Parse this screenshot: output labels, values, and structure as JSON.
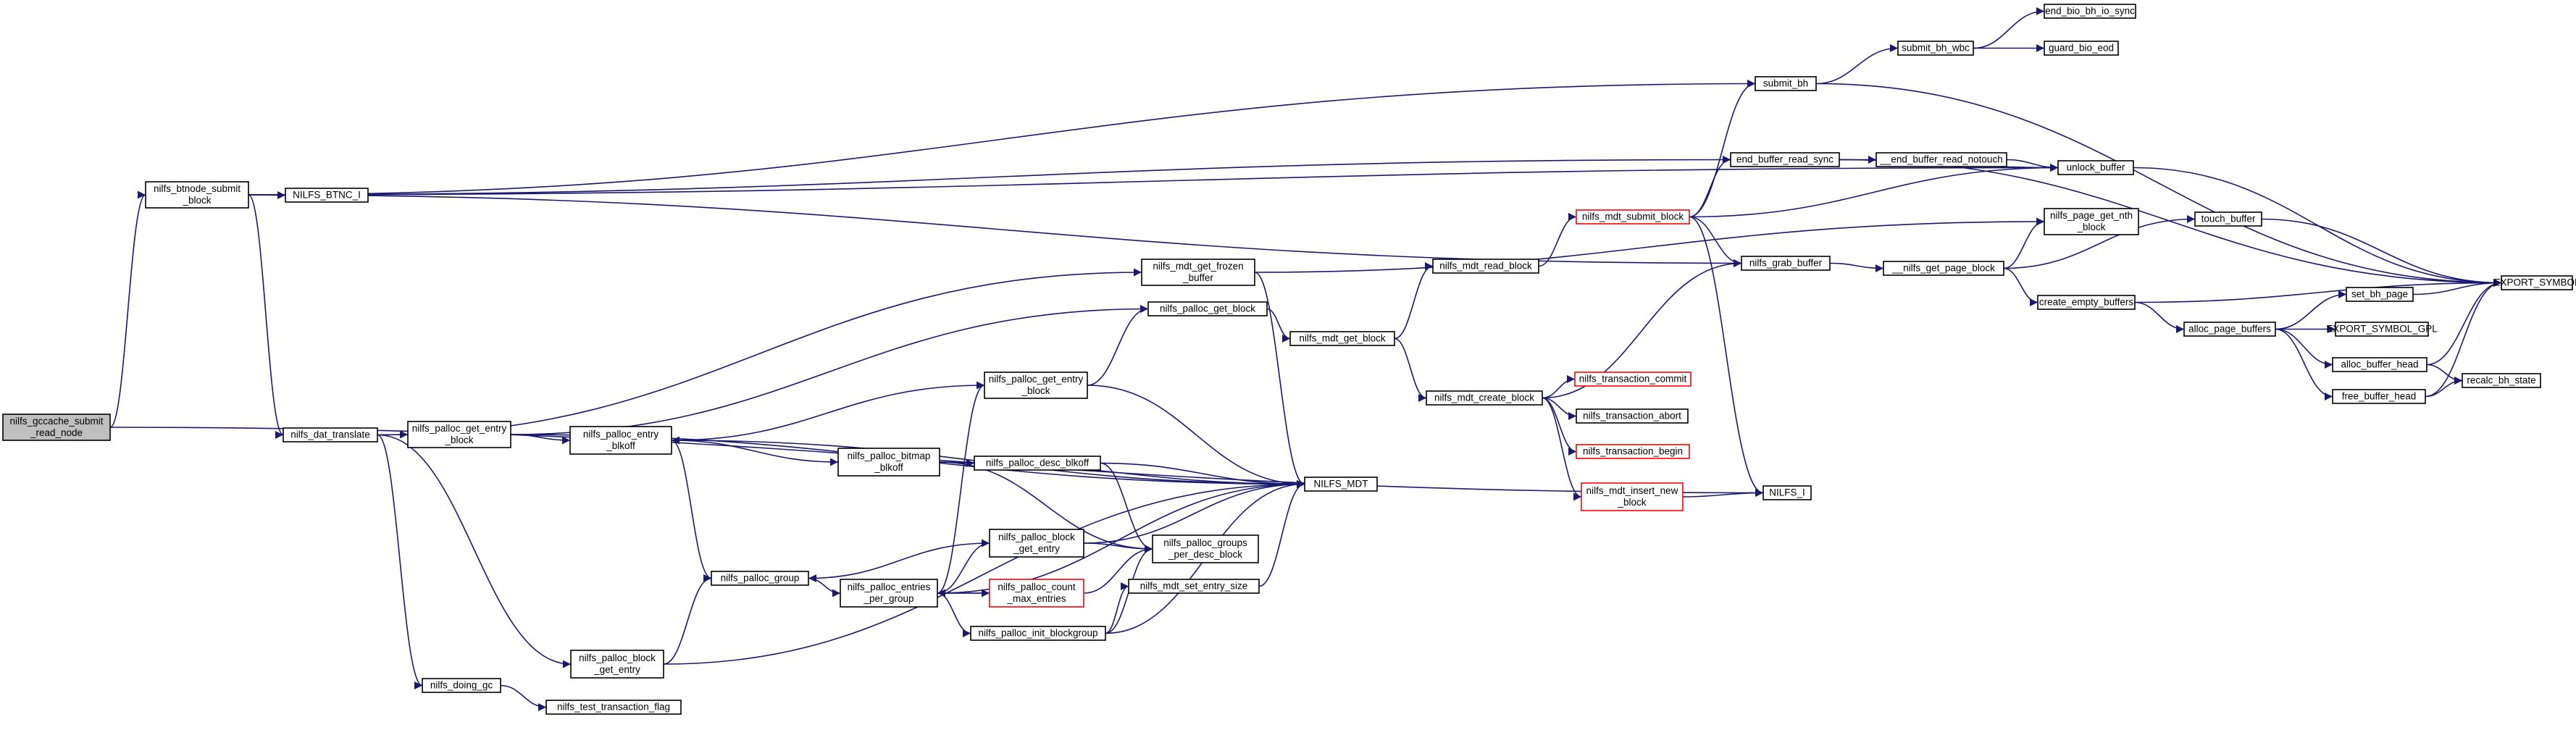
{
  "colors": {
    "edge": "#191970",
    "node_border": "#000000",
    "highlight_border": "#ff0000",
    "root_fill": "#bfbfbf",
    "node_fill": "#ffffff"
  },
  "nodes": [
    {
      "id": "n0",
      "lines": [
        "nilfs_gccache_submit",
        "_read_node"
      ],
      "style": "root"
    },
    {
      "id": "n1",
      "lines": [
        "nilfs_btnode_submit",
        "_block"
      ],
      "style": "normal"
    },
    {
      "id": "n2",
      "lines": [
        "NILFS_BTNC_I"
      ],
      "style": "normal"
    },
    {
      "id": "n3",
      "lines": [
        "nilfs_dat_translate"
      ],
      "style": "normal"
    },
    {
      "id": "n4",
      "lines": [
        "nilfs_doing_gc"
      ],
      "style": "normal"
    },
    {
      "id": "n5",
      "lines": [
        "nilfs_test_transaction_flag"
      ],
      "style": "normal"
    },
    {
      "id": "n6",
      "lines": [
        "nilfs_palloc_get_entry",
        "_block"
      ],
      "style": "normal"
    },
    {
      "id": "n7",
      "lines": [
        "nilfs_palloc_block",
        "_get_entry"
      ],
      "style": "normal"
    },
    {
      "id": "n8",
      "lines": [
        "nilfs_palloc_entry",
        "_blkoff"
      ],
      "style": "normal"
    },
    {
      "id": "n9",
      "lines": [
        "nilfs_palloc_group"
      ],
      "style": "normal"
    },
    {
      "id": "n10",
      "lines": [
        "nilfs_palloc_entries",
        "_per_group"
      ],
      "style": "normal"
    },
    {
      "id": "n11",
      "lines": [
        "nilfs_palloc_bitmap",
        "_blkoff"
      ],
      "style": "normal"
    },
    {
      "id": "n12",
      "lines": [
        "nilfs_palloc_get_entry",
        "_block"
      ],
      "style": "normal"
    },
    {
      "id": "n13",
      "lines": [
        "nilfs_palloc_block",
        "_get_entry"
      ],
      "style": "normal"
    },
    {
      "id": "n14",
      "lines": [
        "nilfs_palloc_count",
        "_max_entries"
      ],
      "style": "red"
    },
    {
      "id": "n15",
      "lines": [
        "nilfs_palloc_init_blockgroup"
      ],
      "style": "normal"
    },
    {
      "id": "n16",
      "lines": [
        "nilfs_palloc_desc_blkoff"
      ],
      "style": "normal"
    },
    {
      "id": "n17",
      "lines": [
        "nilfs_palloc_get_block"
      ],
      "style": "normal"
    },
    {
      "id": "n18",
      "lines": [
        "nilfs_mdt_get_frozen",
        "_buffer"
      ],
      "style": "normal"
    },
    {
      "id": "n19",
      "lines": [
        "nilfs_palloc_groups",
        "_per_desc_block"
      ],
      "style": "normal"
    },
    {
      "id": "n20",
      "lines": [
        "nilfs_mdt_set_entry_size"
      ],
      "style": "normal"
    },
    {
      "id": "n21",
      "lines": [
        "NILFS_MDT"
      ],
      "style": "normal"
    },
    {
      "id": "n22",
      "lines": [
        "nilfs_mdt_get_block"
      ],
      "style": "normal"
    },
    {
      "id": "n23",
      "lines": [
        "nilfs_mdt_read_block"
      ],
      "style": "normal"
    },
    {
      "id": "n24",
      "lines": [
        "nilfs_mdt_create_block"
      ],
      "style": "normal"
    },
    {
      "id": "n25",
      "lines": [
        "nilfs_transaction_commit"
      ],
      "style": "red"
    },
    {
      "id": "n26",
      "lines": [
        "nilfs_transaction_abort"
      ],
      "style": "normal"
    },
    {
      "id": "n27",
      "lines": [
        "nilfs_transaction_begin"
      ],
      "style": "red"
    },
    {
      "id": "n28",
      "lines": [
        "nilfs_mdt_insert_new",
        "_block"
      ],
      "style": "red"
    },
    {
      "id": "n29",
      "lines": [
        "nilfs_mdt_submit_block"
      ],
      "style": "red"
    },
    {
      "id": "n30",
      "lines": [
        "NILFS_I"
      ],
      "style": "normal"
    },
    {
      "id": "n31",
      "lines": [
        "submit_bh"
      ],
      "style": "normal"
    },
    {
      "id": "n32",
      "lines": [
        "end_buffer_read_sync"
      ],
      "style": "normal"
    },
    {
      "id": "n33",
      "lines": [
        "nilfs_grab_buffer"
      ],
      "style": "normal"
    },
    {
      "id": "n34",
      "lines": [
        "submit_bh_wbc"
      ],
      "style": "normal"
    },
    {
      "id": "n35",
      "lines": [
        "end_bio_bh_io_sync"
      ],
      "style": "normal"
    },
    {
      "id": "n36",
      "lines": [
        "guard_bio_eod"
      ],
      "style": "normal"
    },
    {
      "id": "n37",
      "lines": [
        "__end_buffer_read_notouch"
      ],
      "style": "normal"
    },
    {
      "id": "n38",
      "lines": [
        "unlock_buffer"
      ],
      "style": "normal"
    },
    {
      "id": "n39",
      "lines": [
        "nilfs_page_get_nth",
        "_block"
      ],
      "style": "normal"
    },
    {
      "id": "n40",
      "lines": [
        "__nilfs_get_page_block"
      ],
      "style": "normal"
    },
    {
      "id": "n41",
      "lines": [
        "touch_buffer"
      ],
      "style": "normal"
    },
    {
      "id": "n42",
      "lines": [
        "create_empty_buffers"
      ],
      "style": "normal"
    },
    {
      "id": "n43",
      "lines": [
        "EXPORT_SYMBOL"
      ],
      "style": "normal"
    },
    {
      "id": "n44",
      "lines": [
        "alloc_page_buffers"
      ],
      "style": "normal"
    },
    {
      "id": "n45",
      "lines": [
        "set_bh_page"
      ],
      "style": "normal"
    },
    {
      "id": "n46",
      "lines": [
        "EXPORT_SYMBOL_GPL"
      ],
      "style": "normal"
    },
    {
      "id": "n47",
      "lines": [
        "alloc_buffer_head"
      ],
      "style": "normal"
    },
    {
      "id": "n48",
      "lines": [
        "free_buffer_head"
      ],
      "style": "normal"
    },
    {
      "id": "n49",
      "lines": [
        "recalc_bh_state"
      ],
      "style": "normal"
    }
  ],
  "edges": [
    [
      "n0",
      "n1"
    ],
    [
      "n0",
      "n30"
    ],
    [
      "n1",
      "n31"
    ],
    [
      "n1",
      "n38"
    ],
    [
      "n1",
      "n32"
    ],
    [
      "n1",
      "n2"
    ],
    [
      "n1",
      "n33"
    ],
    [
      "n1",
      "n3"
    ],
    [
      "n3",
      "n18"
    ],
    [
      "n3",
      "n6"
    ],
    [
      "n3",
      "n4"
    ],
    [
      "n3",
      "n7"
    ],
    [
      "n4",
      "n5"
    ],
    [
      "n6",
      "n17"
    ],
    [
      "n6",
      "n8"
    ],
    [
      "n6",
      "n21"
    ],
    [
      "n7",
      "n9"
    ],
    [
      "n7",
      "n21"
    ],
    [
      "n8",
      "n9"
    ],
    [
      "n8",
      "n11"
    ],
    [
      "n8",
      "n21"
    ],
    [
      "n9",
      "n10"
    ],
    [
      "n10",
      "n12"
    ],
    [
      "n10",
      "n13"
    ],
    [
      "n10",
      "n14"
    ],
    [
      "n10",
      "n15"
    ],
    [
      "n10",
      "n21"
    ],
    [
      "n11",
      "n16"
    ],
    [
      "n11",
      "n19"
    ],
    [
      "n11",
      "n21"
    ],
    [
      "n12",
      "n17"
    ],
    [
      "n12",
      "n8"
    ],
    [
      "n12",
      "n21"
    ],
    [
      "n13",
      "n9"
    ],
    [
      "n13",
      "n19"
    ],
    [
      "n13",
      "n21"
    ],
    [
      "n14",
      "n10"
    ],
    [
      "n14",
      "n19"
    ],
    [
      "n15",
      "n20"
    ],
    [
      "n15",
      "n19"
    ],
    [
      "n15",
      "n21"
    ],
    [
      "n16",
      "n19"
    ],
    [
      "n16",
      "n21"
    ],
    [
      "n17",
      "n22"
    ],
    [
      "n18",
      "n21"
    ],
    [
      "n18",
      "n39"
    ],
    [
      "n20",
      "n21"
    ],
    [
      "n22",
      "n23"
    ],
    [
      "n22",
      "n24"
    ],
    [
      "n23",
      "n29"
    ],
    [
      "n24",
      "n25"
    ],
    [
      "n24",
      "n26"
    ],
    [
      "n24",
      "n27"
    ],
    [
      "n24",
      "n28"
    ],
    [
      "n24",
      "n33"
    ],
    [
      "n28",
      "n30"
    ],
    [
      "n29",
      "n31"
    ],
    [
      "n29",
      "n32"
    ],
    [
      "n29",
      "n33"
    ],
    [
      "n29",
      "n38"
    ],
    [
      "n29",
      "n30"
    ],
    [
      "n31",
      "n34"
    ],
    [
      "n31",
      "n43"
    ],
    [
      "n34",
      "n35"
    ],
    [
      "n34",
      "n36"
    ],
    [
      "n32",
      "n37"
    ],
    [
      "n32",
      "n38"
    ],
    [
      "n32",
      "n43"
    ],
    [
      "n37",
      "n38"
    ],
    [
      "n38",
      "n43"
    ],
    [
      "n33",
      "n40"
    ],
    [
      "n40",
      "n39"
    ],
    [
      "n40",
      "n41"
    ],
    [
      "n40",
      "n42"
    ],
    [
      "n41",
      "n43"
    ],
    [
      "n42",
      "n43"
    ],
    [
      "n42",
      "n44"
    ],
    [
      "n44",
      "n45"
    ],
    [
      "n44",
      "n46"
    ],
    [
      "n44",
      "n47"
    ],
    [
      "n44",
      "n48"
    ],
    [
      "n45",
      "n43"
    ],
    [
      "n47",
      "n49"
    ],
    [
      "n47",
      "n43"
    ],
    [
      "n48",
      "n49"
    ],
    [
      "n48",
      "n43"
    ]
  ]
}
